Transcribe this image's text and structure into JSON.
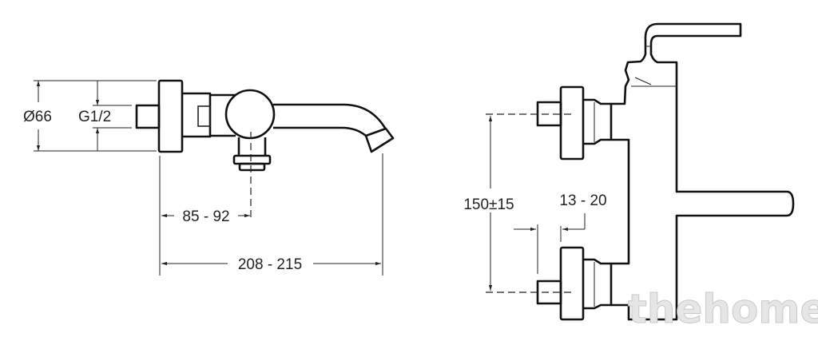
{
  "side_view": {
    "dim_diameter": "Ø66",
    "dim_thread": "G1/2",
    "dim_outlet_offset": "85 - 92",
    "dim_total_length": "208 - 215"
  },
  "front_view": {
    "dim_inlet_spacing": "150±15",
    "dim_inlet_depth": "13 - 20"
  },
  "watermark": "thehome"
}
